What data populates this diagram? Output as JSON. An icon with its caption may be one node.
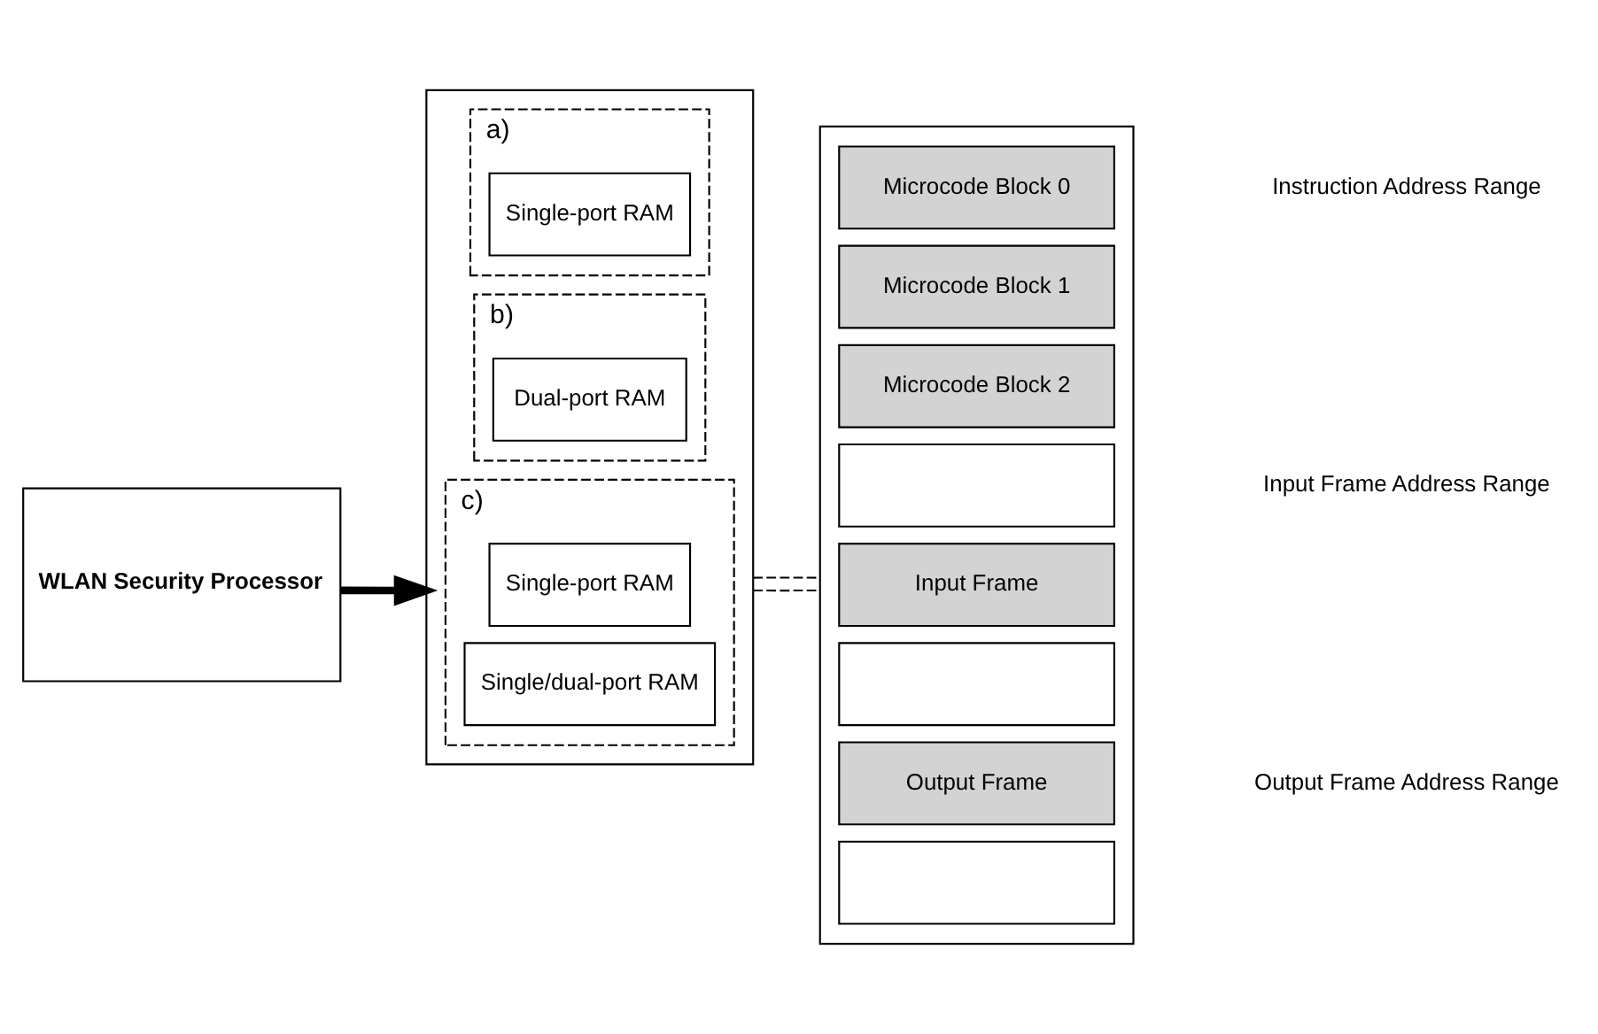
{
  "diagram": {
    "nodes": [
      {
        "text": [
          "WLAN Security Processor"
        ]
      },
      {
        "text": [],
        "shape": "box"
      },
      {
        "text": [
          "a)"
        ],
        "in": 1
      },
      {
        "text": [
          "Single-port RAM"
        ],
        "in": 2
      },
      {
        "text": [
          "b)"
        ],
        "in": 1
      },
      {
        "text": [
          "Dual-port RAM"
        ],
        "in": 4
      },
      {
        "text": [
          "c)"
        ],
        "in": 1
      },
      {
        "text": [
          "Single-port RAM"
        ],
        "in": 6
      },
      {
        "text": [
          "Single/dual-port RAM"
        ],
        "in": 6
      },
      {
        "text": [],
        "shape": "box"
      },
      {
        "text": [
          "Microcode Block 0"
        ],
        "in": 9
      },
      {
        "text": [
          "Microcode Block 1"
        ],
        "in": 9
      },
      {
        "text": [
          "Microcode Block 2"
        ],
        "in": 9
      },
      {
        "text": [],
        "shape": "box",
        "in": 9
      },
      {
        "text": [
          "Input Frame"
        ],
        "in": 9
      },
      {
        "text": [],
        "shape": "box",
        "in": 9
      },
      {
        "text": [
          "Output Frame"
        ],
        "in": 9
      },
      {
        "text": [],
        "shape": "box",
        "in": 9
      }
    ],
    "edges": [
      {
        "from": 0,
        "to": 1,
        "arrow": "to",
        "style": "thick"
      },
      {
        "from": 1,
        "to": 9,
        "arrow": "none",
        "style": "dashed"
      },
      {
        "from": 1,
        "to": 9,
        "arrow": "none",
        "style": "dashed"
      }
    ],
    "labels": [
      "Instruction Address Range",
      "Input Frame Address Range",
      "Output Frame Address Range"
    ]
  }
}
